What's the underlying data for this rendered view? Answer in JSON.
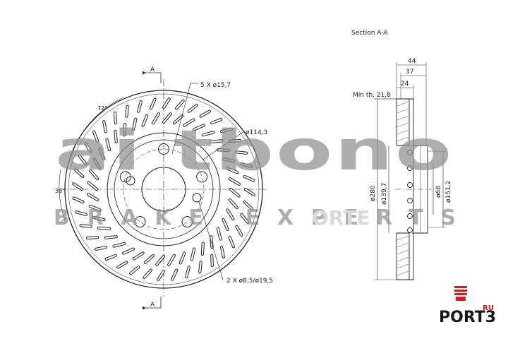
{
  "drawing": {
    "section_title": "Section A-A",
    "section_marker": "A",
    "bolt_holes_label": "5 X ø15,7",
    "pcd_label": "ø114,3",
    "small_holes_label": "2 X ø8,5/ø19,5",
    "angle_72": "72°",
    "angle_36": "36°",
    "dim_44": "44",
    "dim_37": "37",
    "dim_24": "24",
    "min_thickness": "Min th. 21,8",
    "dim_280": "ø280",
    "dim_139_7": "ø139,7",
    "dim_68": "ø68",
    "dim_151_2": "ø151,2"
  },
  "watermark": {
    "brand": "ai  tbono",
    "tagline": "BRAKE EXPERTS",
    "faint_text": "ORTE"
  },
  "logo": {
    "name": "PORT3",
    "suffix": "RU",
    "accent_color": "#e0141e"
  }
}
